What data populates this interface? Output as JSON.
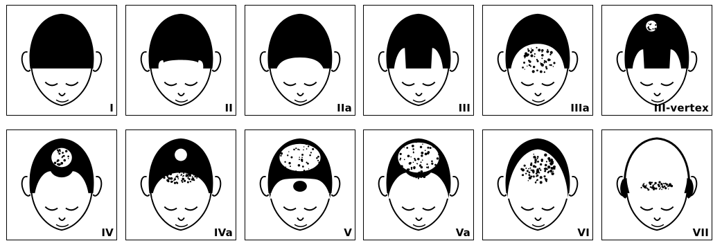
{
  "stages": [
    {
      "label": "I",
      "pattern": "full"
    },
    {
      "label": "II",
      "pattern": "temple-recession"
    },
    {
      "label": "IIa",
      "pattern": "frontal-recession"
    },
    {
      "label": "III",
      "pattern": "deep-temple-recession"
    },
    {
      "label": "IIIa",
      "pattern": "sparse-front"
    },
    {
      "label": "III-vertex",
      "pattern": "vertex-spot"
    },
    {
      "label": "IV",
      "pattern": "vertex-and-temples"
    },
    {
      "label": "IVa",
      "pattern": "thinning-front-small-vertex"
    },
    {
      "label": "V",
      "pattern": "large-vertex-front-tuft"
    },
    {
      "label": "Va",
      "pattern": "large-vertex-bridge"
    },
    {
      "label": "VI",
      "pattern": "crown-mostly-bald"
    },
    {
      "label": "VII",
      "pattern": "side-fringe-only"
    }
  ],
  "colors": {
    "hair": "#000000",
    "skin": "#ffffff",
    "border": "#000000"
  }
}
